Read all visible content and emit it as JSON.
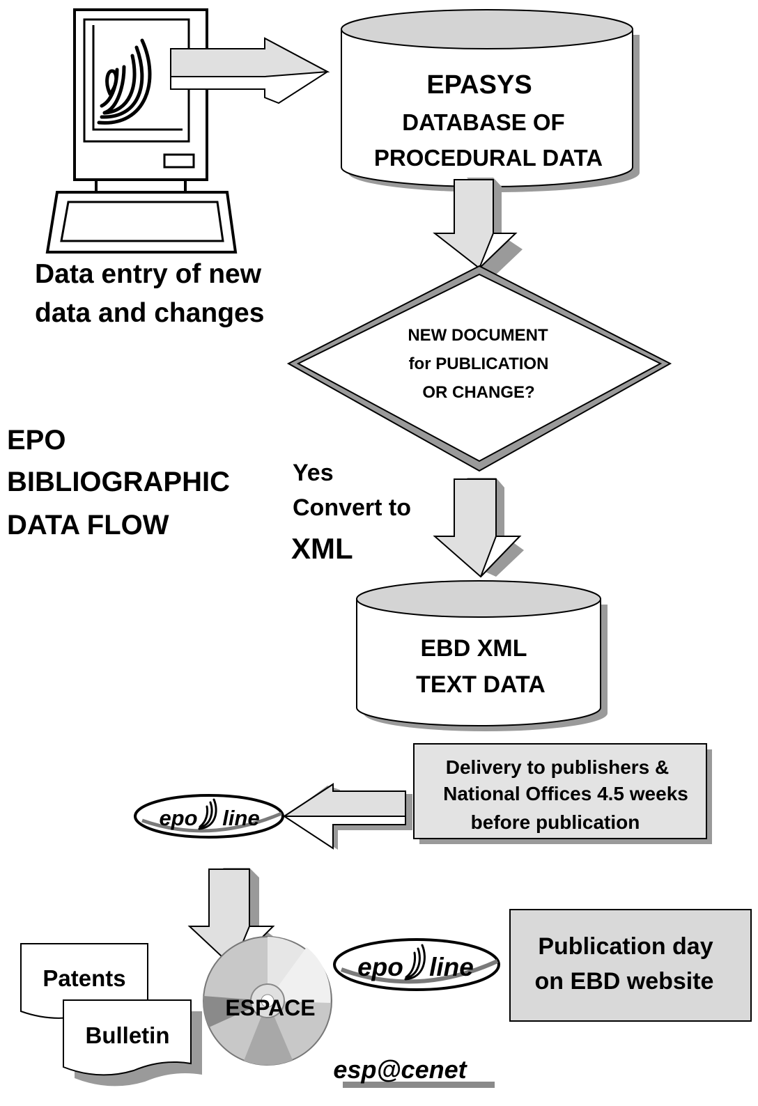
{
  "title": {
    "line1": "EPO",
    "line2": "BIBLIOGRAPHIC",
    "line3": "DATA FLOW"
  },
  "data_entry": {
    "line1": "Data entry of new",
    "line2": "data and changes"
  },
  "epasys": {
    "title": "EPASYS",
    "line1": "DATABASE OF",
    "line2": "PROCEDURAL DATA"
  },
  "decision": {
    "line1": "NEW DOCUMENT",
    "line2": "for PUBLICATION",
    "line3": "OR CHANGE?"
  },
  "yes_branch": {
    "line1": "Yes",
    "line2": "Convert to",
    "line3": "XML"
  },
  "ebd": {
    "line1": "EBD XML",
    "line2": "TEXT DATA"
  },
  "delivery": {
    "line1": "Delivery to publishers &",
    "line2": "National Offices 4.5 weeks",
    "line3": "before publication"
  },
  "logos": {
    "epoline_a": "epo",
    "epoline_b": "line",
    "espacenet": "esp@cenet"
  },
  "outputs": {
    "patents": "Patents",
    "bulletin": "Bulletin",
    "espace": "ESPACE",
    "publication_line1": "Publication day",
    "publication_line2": "on EBD website"
  },
  "colors": {
    "fill_light": "#e8e8e8",
    "fill_mid": "#d4d4d4",
    "shadow": "#9a9a9a",
    "stroke": "#000000"
  }
}
